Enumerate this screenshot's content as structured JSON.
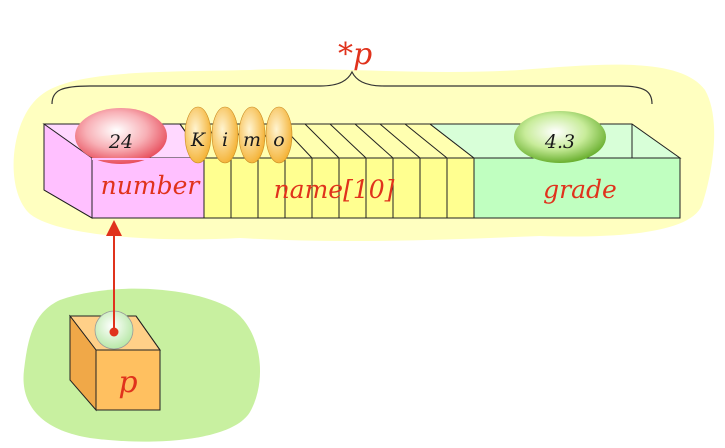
{
  "pointer_target_label": "*p",
  "struct": {
    "number": {
      "label": "number",
      "value": "24"
    },
    "name": {
      "label": "name[10]",
      "letters": [
        "K",
        "i",
        "m",
        "o"
      ],
      "slot_count": 10
    },
    "grade": {
      "label": "grade",
      "value": "4.3"
    }
  },
  "pointer": {
    "label": "p"
  },
  "colors": {
    "background_blob": "#ffffc0",
    "pointer_blob": "#c8f0a0",
    "number_box": "#ffc0ff",
    "name_box": "#ffff90",
    "grade_box": "#c0ffc0",
    "pointer_box": "#ffc060",
    "label_red": "#e0321c",
    "number_egg": "#f58a92",
    "letter_egg": "#ffc040",
    "grade_egg": "#8ed04a"
  }
}
